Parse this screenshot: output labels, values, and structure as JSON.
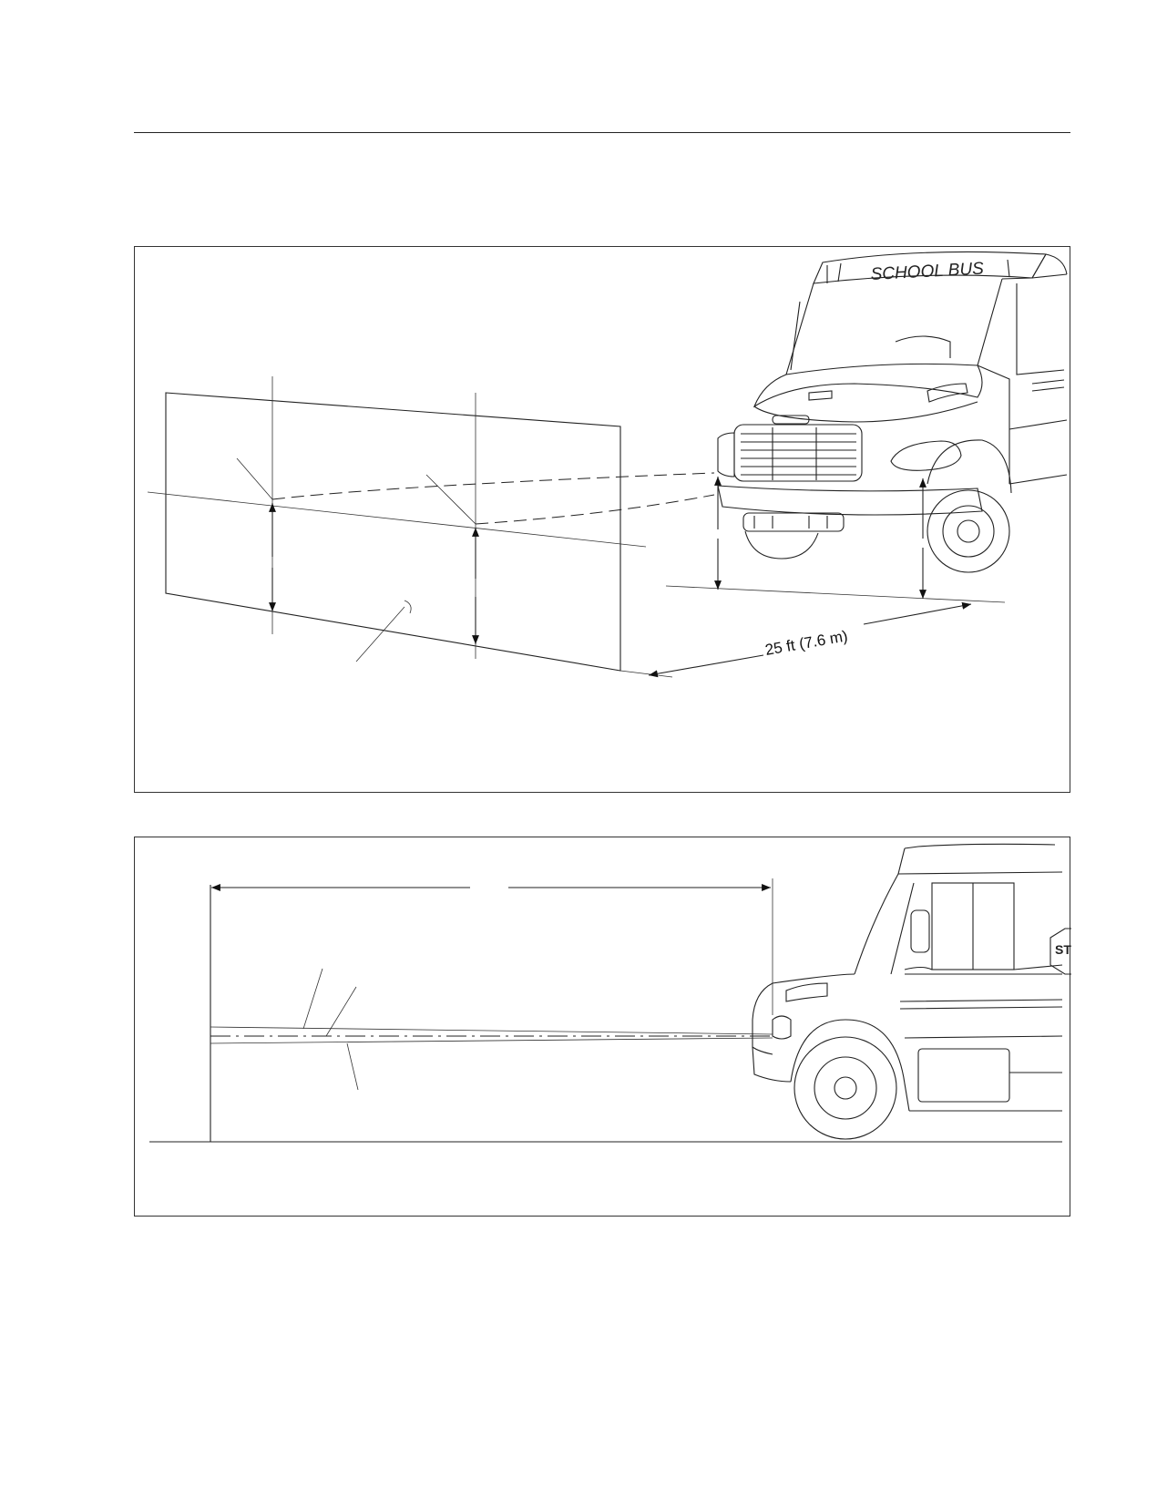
{
  "figures": [
    {
      "id": "headlight-aiming-screen-front-view",
      "distance_label": "25 ft (7.6 m)",
      "sign_text": "SCHOOL BUS"
    },
    {
      "id": "headlight-beam-side-view",
      "stop_sign_text": "STO"
    }
  ]
}
